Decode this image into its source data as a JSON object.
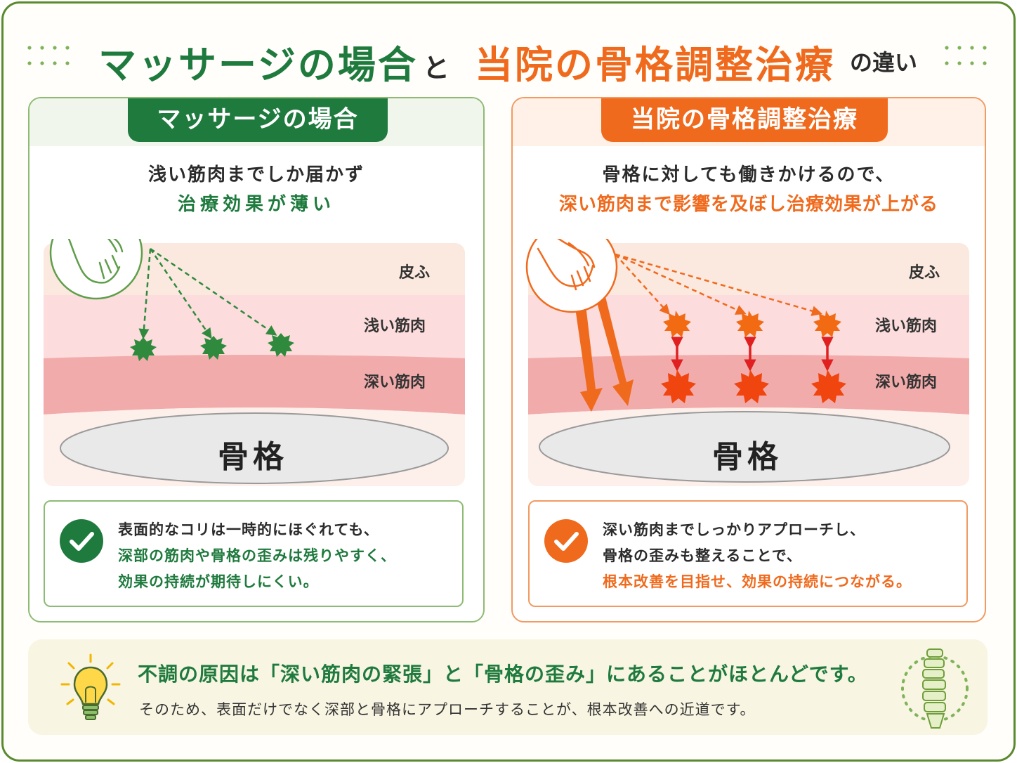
{
  "title": {
    "part1": "マッサージの場合",
    "part2": "と",
    "part3": "当院の骨格調整治療",
    "part4": "の違い"
  },
  "left_panel": {
    "tab": "マッサージの場合",
    "lead1": "浅い筋肉までしか届かず",
    "lead2": "治療効果が薄い",
    "layers": {
      "skin": "皮ふ",
      "shallow": "浅い筋肉",
      "deep": "深い筋肉",
      "bone": "骨格"
    },
    "note": {
      "line1": "表面的なコリは一時的にほぐれても、",
      "line2": "深部の筋肉や骨格の歪みは残りやすく、",
      "line3": "効果の持続が期待しにくい。"
    }
  },
  "right_panel": {
    "tab": "当院の骨格調整治療",
    "lead1": "骨格に対しても働きかけるので、",
    "lead2": "深い筋肉まで影響を及ぼし治療効果が上がる",
    "layers": {
      "skin": "皮ふ",
      "shallow": "浅い筋肉",
      "deep": "深い筋肉",
      "bone": "骨格"
    },
    "note": {
      "line1": "深い筋肉までしっかりアプローチし、",
      "line2": "骨格の歪みも整えることで、",
      "line3": "根本改善を目指せ、効果の持続につながる。"
    }
  },
  "bottom": {
    "line1_a": "不調の原因は「深い筋肉の緊張」と「骨格の歪み」にあることがほとんどです。",
    "line2": "そのため、表面だけでなく深部と骨格にアプローチすることが、根本改善への近道です。"
  },
  "colors": {
    "green": "#1f7a3e",
    "orange": "#f06a1d",
    "frame": "#5a8a2e",
    "skin_layer": "#fbe9df",
    "shallow_layer": "#fbdcdc",
    "deep_layer": "#f2a9aa"
  },
  "icons": [
    "hand-icon",
    "check-icon",
    "lightbulb-icon",
    "spine-icon",
    "dots-decoration"
  ]
}
